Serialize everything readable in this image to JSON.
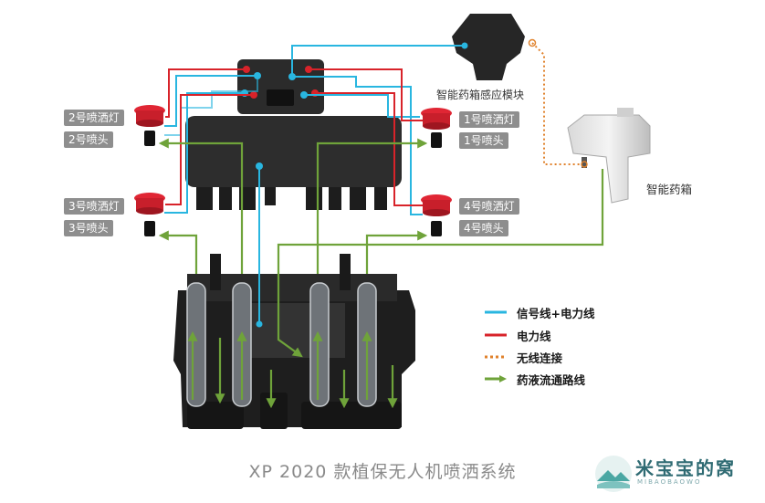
{
  "labels": {
    "module": "智能药箱感应模块",
    "tank": "智能药箱",
    "light2": "2号喷洒灯",
    "nozzle2": "2号喷头",
    "light3": "3号喷洒灯",
    "nozzle3": "3号喷头",
    "light1": "1号喷洒灯",
    "nozzle1": "1号喷头",
    "light4": "4号喷洒灯",
    "nozzle4": "4号喷头"
  },
  "legend": [
    {
      "label": "信号线+电力线",
      "color": "#29b6e0",
      "style": "solid"
    },
    {
      "label": "电力线",
      "color": "#d8232a",
      "style": "solid"
    },
    {
      "label": "无线连接",
      "color": "#e0822c",
      "style": "dotted"
    },
    {
      "label": "药液流通路线",
      "color": "#6fa33a",
      "style": "arrow"
    }
  ],
  "caption": "XP 2020 款植保无人机喷洒系统",
  "watermark": {
    "text": "米宝宝的窝",
    "sub": "MIBAOBAOWO"
  },
  "colors": {
    "signal": "#29b6e0",
    "power": "#d8232a",
    "wireless": "#e0822c",
    "liquid": "#6fa33a"
  }
}
